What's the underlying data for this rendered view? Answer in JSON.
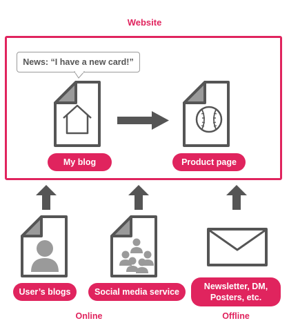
{
  "website": {
    "title": "Website"
  },
  "speech_bubble": {
    "text": "News: “I have a new card!”"
  },
  "nodes": {
    "my_blog": "My blog",
    "product_page": "Product page",
    "users_blogs": "User’s blogs",
    "social_media": "Social media service",
    "newsletter": "Newsletter, DM, Posters, etc."
  },
  "sections": {
    "online": "Online",
    "offline": "Offline"
  },
  "colors": {
    "accent": "#e0245e",
    "icon_gray": "#555555",
    "fill_gray": "#9a9a9a"
  },
  "icons": {
    "my_blog": "house-document-icon",
    "product_page": "baseball-document-icon",
    "users_blogs": "person-document-icon",
    "social_media": "group-document-icon",
    "newsletter": "envelope-icon"
  }
}
